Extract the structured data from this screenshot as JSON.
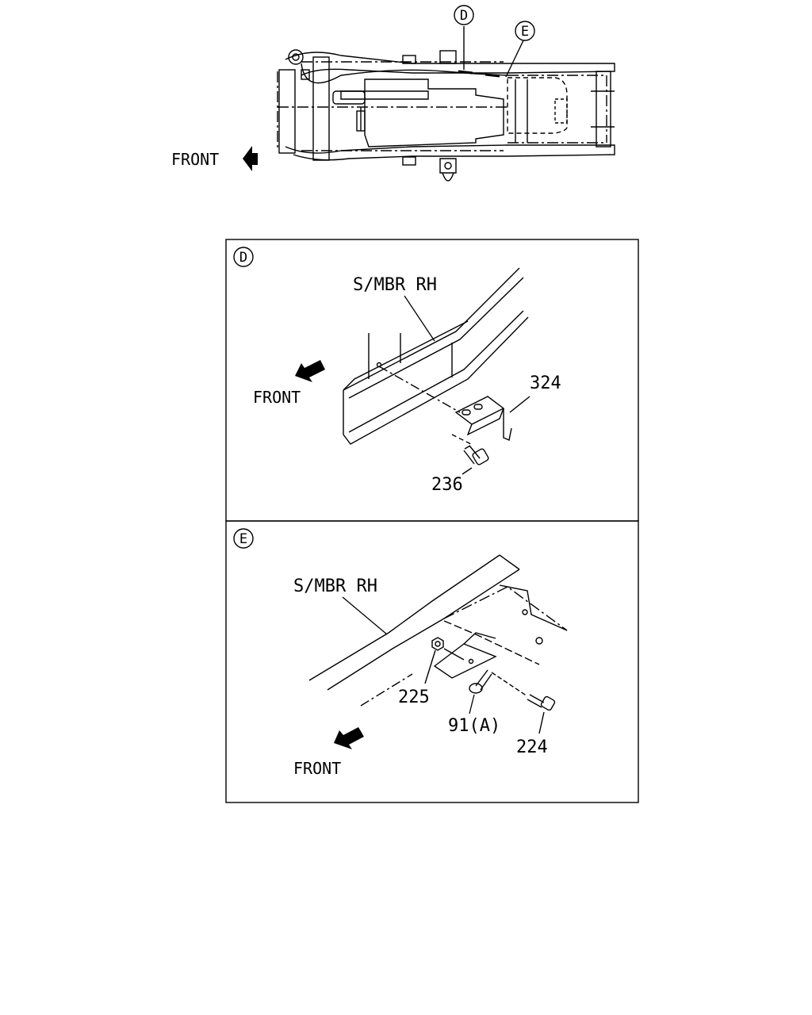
{
  "overview": {
    "callout_d": "D",
    "callout_e": "E",
    "front_label": "FRONT"
  },
  "panel_d": {
    "id": "D",
    "member_label": "S/MBR RH",
    "front_label": "FRONT",
    "parts": [
      "324",
      "236"
    ]
  },
  "panel_e": {
    "id": "E",
    "member_label": "S/MBR RH",
    "front_label": "FRONT",
    "parts": [
      "225",
      "91(A)",
      "224"
    ]
  },
  "colors": {
    "line": "#000000",
    "background": "#ffffff"
  }
}
